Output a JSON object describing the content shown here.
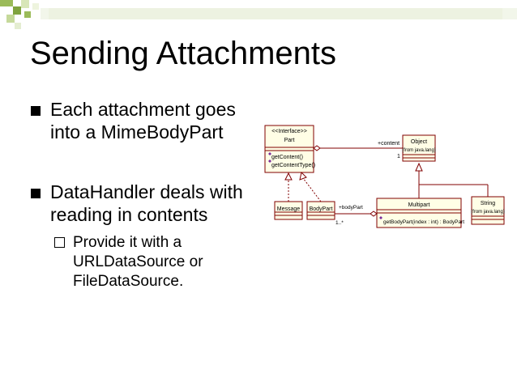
{
  "slide": {
    "title": "Sending Attachments",
    "bullets": [
      {
        "line1": "Each attachment goes",
        "line2": "into a MimeBodyPart"
      },
      {
        "line1": "DataHandler deals with",
        "line2": "reading in contents"
      }
    ],
    "sub_bullet": {
      "line1": "Provide it with a",
      "line2": "URLDataSource or",
      "line3": "FileDataSource."
    }
  },
  "diagram": {
    "part": {
      "stereotype": "<<Interface>>",
      "name": "Part",
      "op1": "getContent()",
      "op2": "getContentType()"
    },
    "object": {
      "name": "Object",
      "package": "(from java.lang)"
    },
    "message": {
      "name": "Message"
    },
    "bodypart": {
      "name": "BodyPart"
    },
    "multipart": {
      "name": "Multipart",
      "op1": "getBodyPart(index : int) : BodyPart"
    },
    "string": {
      "name": "String",
      "package": "(from java.lang)"
    },
    "labels": {
      "content_role": "+content",
      "content_mult": "1",
      "bodypart_role": "+bodyPart",
      "bodypart_mult": "1..*"
    }
  },
  "colors": {
    "box_fill": "#fffee6",
    "box_border": "#800000",
    "op_icon": "#7b2d9b",
    "deco_green": "#9bbb59"
  }
}
